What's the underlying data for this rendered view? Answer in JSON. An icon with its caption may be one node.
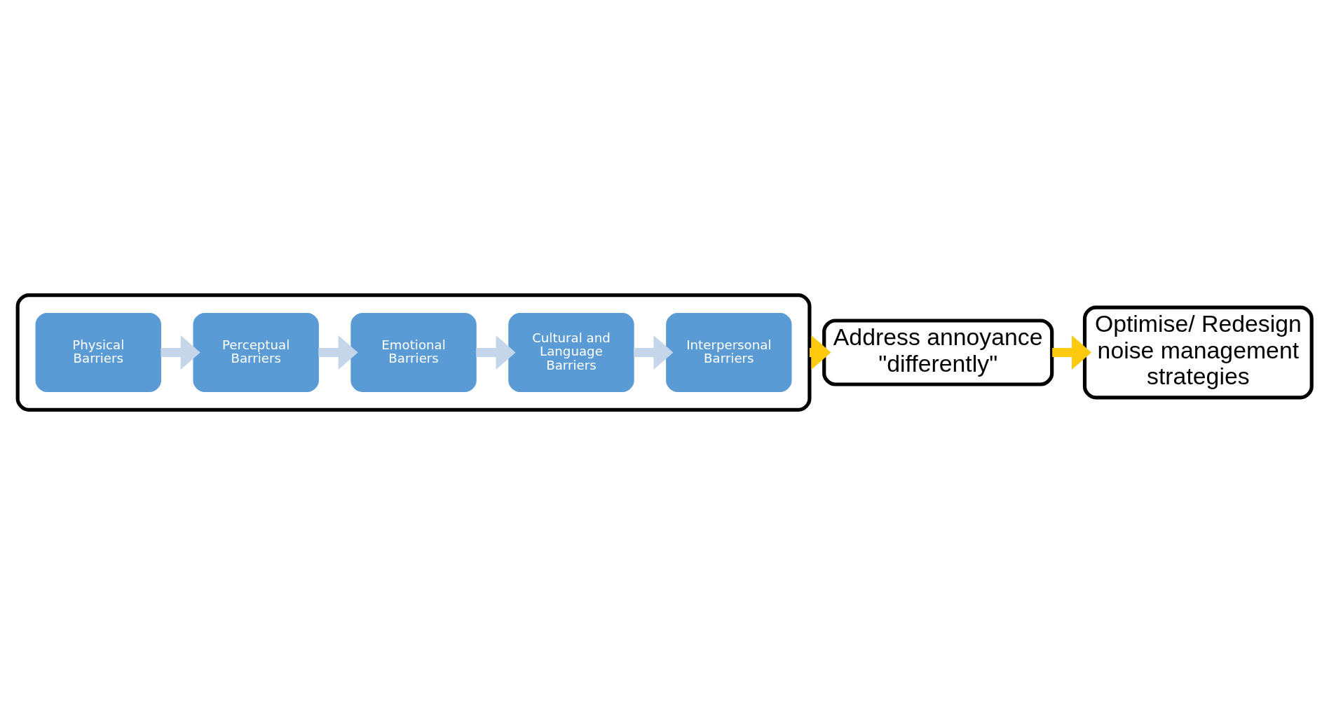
{
  "diagram": {
    "nodes": [
      {
        "text": [],
        "shape": "box"
      },
      {
        "text": [
          "Physical Barriers"
        ],
        "in": 0
      },
      {
        "text": [
          "Perceptual Barriers"
        ],
        "in": 0
      },
      {
        "text": [
          "Emotional Barriers"
        ],
        "in": 0
      },
      {
        "text": [
          "Cultural and Language Barriers"
        ],
        "in": 0
      },
      {
        "text": [
          "Interpersonal Barriers"
        ],
        "in": 0
      },
      {
        "text": [
          "Address annoyance \"differently\""
        ]
      },
      {
        "text": [
          "Optimise/ Redesign noise management strategies"
        ]
      }
    ],
    "edges": [
      {
        "from": 1,
        "to": 2,
        "arrow": "to"
      },
      {
        "from": 2,
        "to": 3,
        "arrow": "to"
      },
      {
        "from": 3,
        "to": 4,
        "arrow": "to"
      },
      {
        "from": 4,
        "to": 5,
        "arrow": "to"
      },
      {
        "from": 0,
        "to": 6,
        "arrow": "to",
        "color": "#ffc90e"
      },
      {
        "from": 6,
        "to": 7,
        "arrow": "to",
        "color": "#ffc90e"
      }
    ]
  }
}
